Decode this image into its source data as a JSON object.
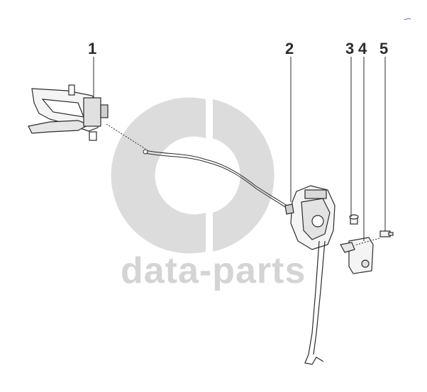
{
  "callouts": [
    {
      "id": "1",
      "label": "1"
    },
    {
      "id": "2",
      "label": "2"
    },
    {
      "id": "3",
      "label": "3"
    },
    {
      "id": "4",
      "label": "4"
    },
    {
      "id": "5",
      "label": "5"
    }
  ],
  "watermark": {
    "text": "data-parts",
    "logo_icon": "gp-monogram-icon",
    "color": "#d4d4d4"
  },
  "colors": {
    "line": "#2b2b2b",
    "part_fill": "#f4f4f4",
    "part_shade": "#cfcfcf"
  }
}
